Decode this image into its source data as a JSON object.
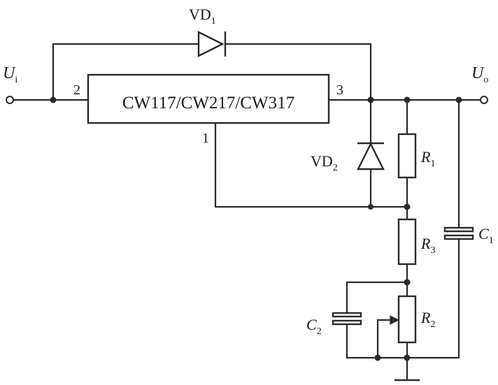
{
  "diagram": {
    "ic_label": "CW117/CW217/CW317",
    "pins": {
      "in": "2",
      "out": "3",
      "adj": "1"
    },
    "input": {
      "main": "U",
      "sub": "i"
    },
    "output": {
      "main": "U",
      "sub": "o"
    },
    "vd1": {
      "main": "VD",
      "sub": "1"
    },
    "vd2": {
      "main": "VD",
      "sub": "2"
    },
    "r1": {
      "main": "R",
      "sub": "1"
    },
    "r2": {
      "main": "R",
      "sub": "2"
    },
    "r3": {
      "main": "R",
      "sub": "3"
    },
    "c1": {
      "main": "C",
      "sub": "1"
    },
    "c2": {
      "main": "C",
      "sub": "2"
    }
  }
}
